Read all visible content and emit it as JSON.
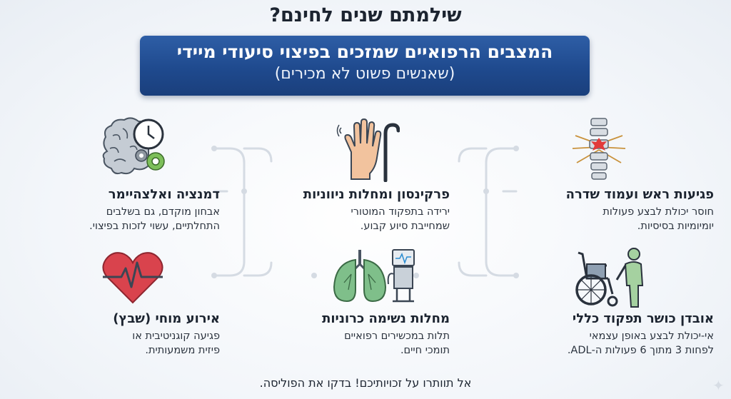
{
  "header": {
    "question": "שילמתם שנים לחינם?",
    "banner_title": "המצבים הרפואיים שמזכים בפיצוי סיעודי מיידי",
    "banner_subtitle": "(שאנשים פשוט לא מכירים)"
  },
  "conditions": [
    {
      "title": "פגיעות ראש ועמוד שדרה",
      "line1": "חוסר יכולת לבצע פעולות",
      "line2": "יומיומיות בסיסיות.",
      "icon": "spine-icon"
    },
    {
      "title": "פרקינסון ומחלות ניווניות",
      "line1": "ירידה בתפקוד המוטורי",
      "line2": "שמחייבת סיוע קבוע.",
      "icon": "shaking-hand-cane-icon"
    },
    {
      "title": "דמנציה ואלצהיימר",
      "line1": "אבחון מוקדם, גם בשלבים",
      "line2": "התחלתיים, עשוי לזכות בפיצוי.",
      "icon": "brain-clock-gears-icon"
    },
    {
      "title": "אובדן כושר תפקוד כללי",
      "line1": "אי-יכולת לבצע באופן עצמאי",
      "line2": "לפחות 3 מתוך 6 פעולות ה-ADL.",
      "icon": "wheelchair-person-icon"
    },
    {
      "title": "מחלות נשימה כרוניות",
      "line1": "תלות במכשירים רפואיים",
      "line2": "תומכי חיים.",
      "icon": "lungs-ventilator-icon"
    },
    {
      "title": "אירוע מוחי (שבץ)",
      "line1": "פגיעה קוגניטיבית או",
      "line2": "פיזית משמעותית.",
      "icon": "heart-pulse-icon"
    }
  ],
  "footer": "אל תוותרו על זכויותיכם! בדקו את הפוליסה.",
  "colors": {
    "banner": "#1f4a8e",
    "accent_red": "#e23b3b",
    "heart": "#d9434d",
    "lungs": "#7fbf8a",
    "connector": "#d5dbe3"
  }
}
